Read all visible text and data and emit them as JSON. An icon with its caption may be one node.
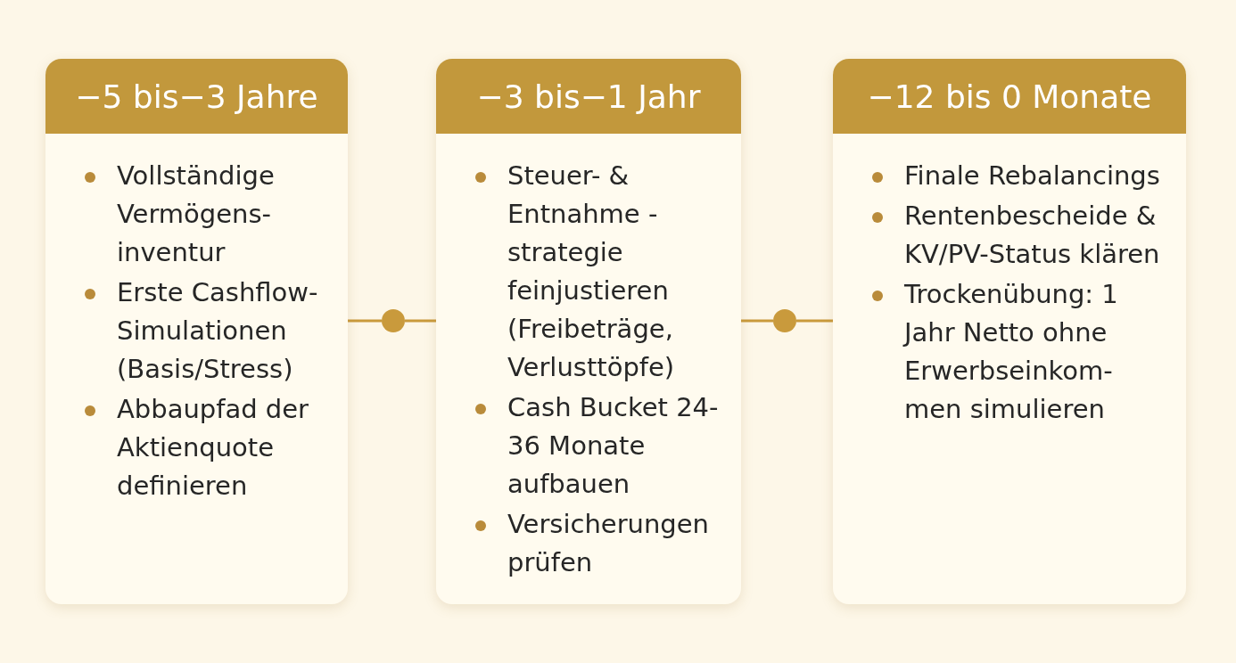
{
  "diagram": {
    "nodes": [
      {
        "text": [
          "−5 bis−3 Jahre",
          "Vollständige Vermögens- inventur",
          "Erste Cashflow- Simulationen (Basis/Stress)",
          "Abbaupfad der Aktienquote definieren"
        ]
      },
      {
        "text": [],
        "shape": "circle"
      },
      {
        "text": [
          "−3 bis−1 Jahr",
          "Steuer- & Entnahme - strategie feinjustieren (Freibeträge, Verlusttöpfe)",
          "Cash Bucket 24-36 Monate aufbauen",
          "Versicherungen prüfen"
        ]
      },
      {
        "text": [],
        "shape": "circle"
      },
      {
        "text": [
          "−12 bis 0 Monate",
          "Finale Rebalancings",
          "Rentenbescheide & KV/PV-Status klären",
          "Trockenübung: 1 Jahr Netto ohne Erwerbseinkom- men simulieren"
        ]
      }
    ],
    "edges": [
      {
        "from": 0,
        "to": 1,
        "arrow": "none"
      },
      {
        "from": 1,
        "to": 2,
        "arrow": "none"
      },
      {
        "from": 2,
        "to": 3,
        "arrow": "none"
      },
      {
        "from": 3,
        "to": 4,
        "arrow": "none"
      }
    ]
  }
}
